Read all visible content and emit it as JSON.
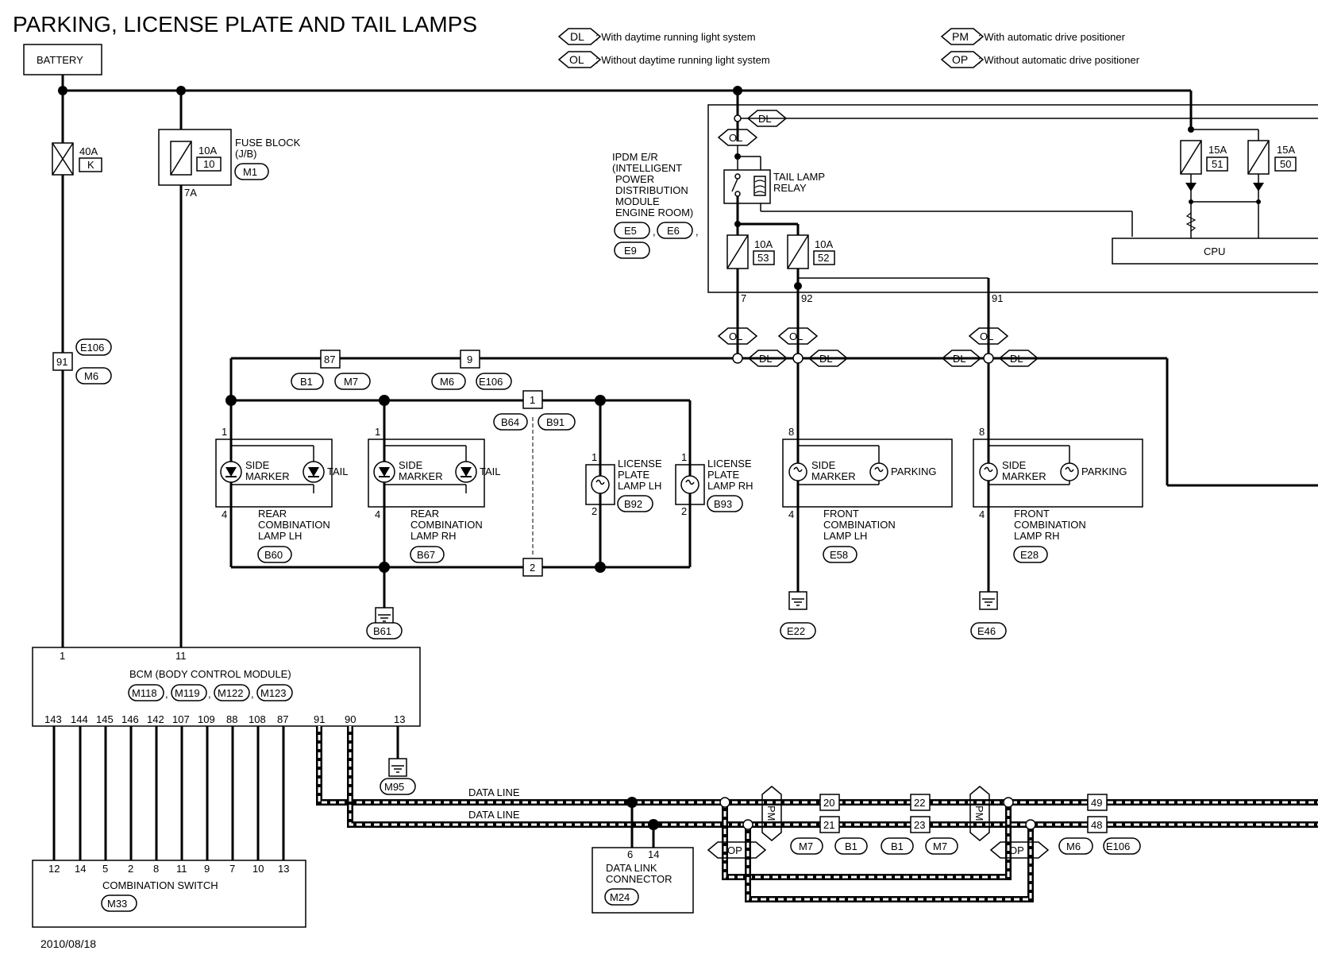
{
  "title": "PARKING, LICENSE PLATE AND TAIL LAMPS",
  "date": "2010/08/18",
  "legend": [
    {
      "tag": "DL",
      "text": ": With daytime running light system"
    },
    {
      "tag": "OL",
      "text": ": Without daytime running light system"
    },
    {
      "tag": "PM",
      "text": ": With automatic drive positioner"
    },
    {
      "tag": "OP",
      "text": ": Without automatic drive positioner"
    }
  ],
  "battery": "BATTERY",
  "fuse_40a": {
    "rating": "40A",
    "id": "K"
  },
  "fuse_block": {
    "rating": "10A",
    "id": "10",
    "name_line1": "FUSE BLOCK",
    "name_line2": "(J/B)",
    "connector": "M1",
    "terminal": "7A"
  },
  "ipdm": {
    "name_lines": [
      "IPDM E/R",
      "(INTELLIGENT",
      "POWER",
      "DISTRIBUTION",
      "MODULE",
      "ENGINE ROOM)"
    ],
    "connectors": [
      "E5",
      "E6",
      "E9"
    ],
    "relay_line1": "TAIL LAMP",
    "relay_line2": "RELAY",
    "fuse53": {
      "rating": "10A",
      "id": "53"
    },
    "fuse52": {
      "rating": "10A",
      "id": "52"
    },
    "fuse51": {
      "rating": "15A",
      "id": "51"
    },
    "fuse50": {
      "rating": "15A",
      "id": "50"
    },
    "cpu": "CPU",
    "out_terminals": [
      "7",
      "92",
      "91"
    ]
  },
  "conn_91": {
    "pin": "91",
    "c1": "E106",
    "c2": "M6"
  },
  "conn_87": {
    "pin": "87",
    "c1": "B1",
    "c2": "M7"
  },
  "conn_9": {
    "pin": "9",
    "c1": "M6",
    "c2": "E106"
  },
  "junction": {
    "pin_top": "1",
    "pin_bottom": "2",
    "c1": "B64",
    "c2": "B91"
  },
  "rear_lh": {
    "side": "SIDE",
    "marker": "MARKER",
    "tail": "TAIL",
    "name": [
      "REAR",
      "COMBINATION",
      "LAMP LH"
    ],
    "connector": "B60",
    "pin_top": "1",
    "pin_bottom": "4"
  },
  "rear_rh": {
    "side": "SIDE",
    "marker": "MARKER",
    "tail": "TAIL",
    "name": [
      "REAR",
      "COMBINATION",
      "LAMP RH"
    ],
    "connector": "B67",
    "pin_top": "1",
    "pin_bottom": "4"
  },
  "lic_lh": {
    "name": [
      "LICENSE",
      "PLATE",
      "LAMP LH"
    ],
    "connector": "B92",
    "pin_top": "1",
    "pin_bottom": "2"
  },
  "lic_rh": {
    "name": [
      "LICENSE",
      "PLATE",
      "LAMP RH"
    ],
    "connector": "B93",
    "pin_top": "1",
    "pin_bottom": "2"
  },
  "front_lh": {
    "side": "SIDE",
    "marker": "MARKER",
    "parking": "PARKING",
    "name": [
      "FRONT",
      "COMBINATION",
      "LAMP LH"
    ],
    "connector": "E58",
    "pin_top": "8",
    "pin_bottom": "4"
  },
  "front_rh": {
    "side": "SIDE",
    "marker": "MARKER",
    "parking": "PARKING",
    "name": [
      "FRONT",
      "COMBINATION",
      "LAMP RH"
    ],
    "connector": "E28",
    "pin_top": "8",
    "pin_bottom": "4"
  },
  "grounds": [
    "B61",
    "E22",
    "E46",
    "M95"
  ],
  "tags": {
    "dl": "DL",
    "ol": "OL",
    "pm": "PM",
    "op": "OP"
  },
  "bcm": {
    "name": "BCM (BODY CONTROL MODULE)",
    "connectors": [
      "M118",
      "M119",
      "M122",
      "M123"
    ],
    "top_pins": [
      "1",
      "11"
    ],
    "bottom_pins": [
      "143",
      "144",
      "145",
      "146",
      "142",
      "107",
      "109",
      "88",
      "108",
      "87",
      "91",
      "90",
      "13"
    ]
  },
  "combo_switch": {
    "name": "COMBINATION SWITCH",
    "connector": "M33",
    "pins": [
      "12",
      "14",
      "5",
      "2",
      "8",
      "11",
      "9",
      "7",
      "10",
      "13"
    ]
  },
  "data_line_label": "DATA LINE",
  "dlc": {
    "name_line1": "DATA LINK",
    "name_line2": "CONNECTOR",
    "connector": "M24",
    "pins": [
      "6",
      "14"
    ]
  },
  "data_conn_a": {
    "pins": [
      "20",
      "21"
    ],
    "c1": "M7",
    "c2": "B1"
  },
  "data_conn_b": {
    "pins": [
      "22",
      "23"
    ],
    "c1": "B1",
    "c2": "M7"
  },
  "data_conn_c": {
    "pins": [
      "49",
      "48"
    ],
    "c1": "M6",
    "c2": "E106"
  }
}
